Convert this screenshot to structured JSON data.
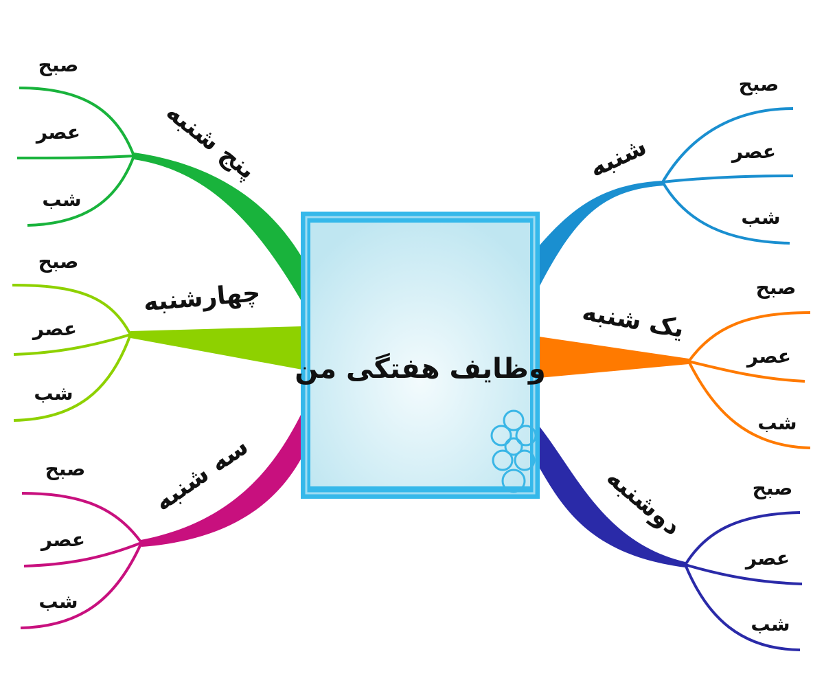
{
  "title": "وظایف هفتگی من",
  "branches": [
    {
      "id": "saturday",
      "day": "شنبه",
      "color": "#1a8fd0",
      "slots": [
        "صبح",
        "عصر",
        "شب"
      ]
    },
    {
      "id": "sunday",
      "day": "یک شنبه",
      "color": "#ff7a00",
      "slots": [
        "صبح",
        "عصر",
        "شب"
      ]
    },
    {
      "id": "monday",
      "day": "دوشنبه",
      "color": "#2a2aa8",
      "slots": [
        "صبح",
        "عصر",
        "شب"
      ]
    },
    {
      "id": "tuesday",
      "day": "سه شنبه",
      "color": "#c8107e",
      "slots": [
        "صبح",
        "عصر",
        "شب"
      ]
    },
    {
      "id": "wednesday",
      "day": "چهارشنبه",
      "color": "#8ed100",
      "slots": [
        "صبح",
        "عصر",
        "شب"
      ]
    },
    {
      "id": "thursday",
      "day": "پنج شنبه",
      "color": "#19b33c",
      "slots": [
        "صبح",
        "عصر",
        "شب"
      ]
    }
  ],
  "central": {
    "frame_color": "#35b8ea",
    "fill_color": "#dff3f8",
    "ornament": "flower-ornament-icon"
  }
}
